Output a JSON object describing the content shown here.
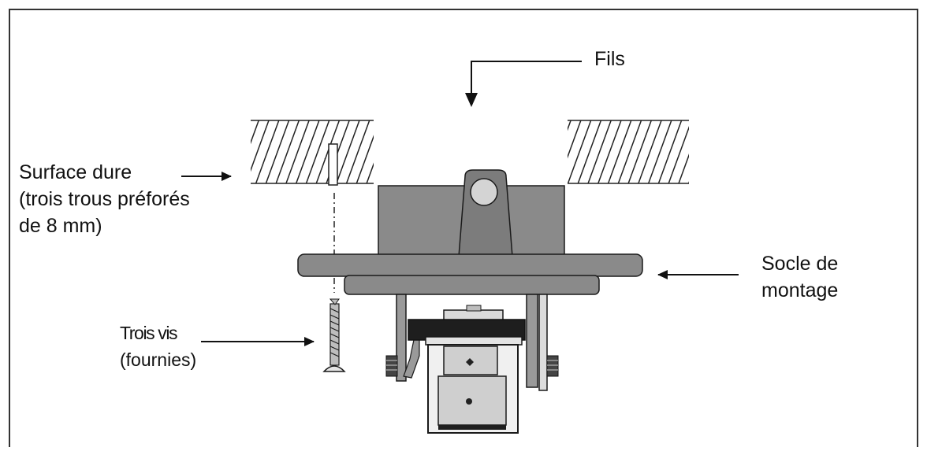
{
  "labels": {
    "wires": "Fils",
    "hard_surface": [
      "Surface dure",
      "(trois trous préforés",
      "de 8 mm)"
    ],
    "mounting_base": [
      "Socle de",
      "montage"
    ],
    "screws": [
      "Trois vis",
      "(fournies)"
    ]
  },
  "colors": {
    "border": "#333333",
    "part_fill": "#8a8a8a",
    "part_stroke": "#1a1a1a",
    "hatch": "#222222",
    "light_part": "#c8c8c8",
    "dark_part": "#1e1e1e"
  }
}
